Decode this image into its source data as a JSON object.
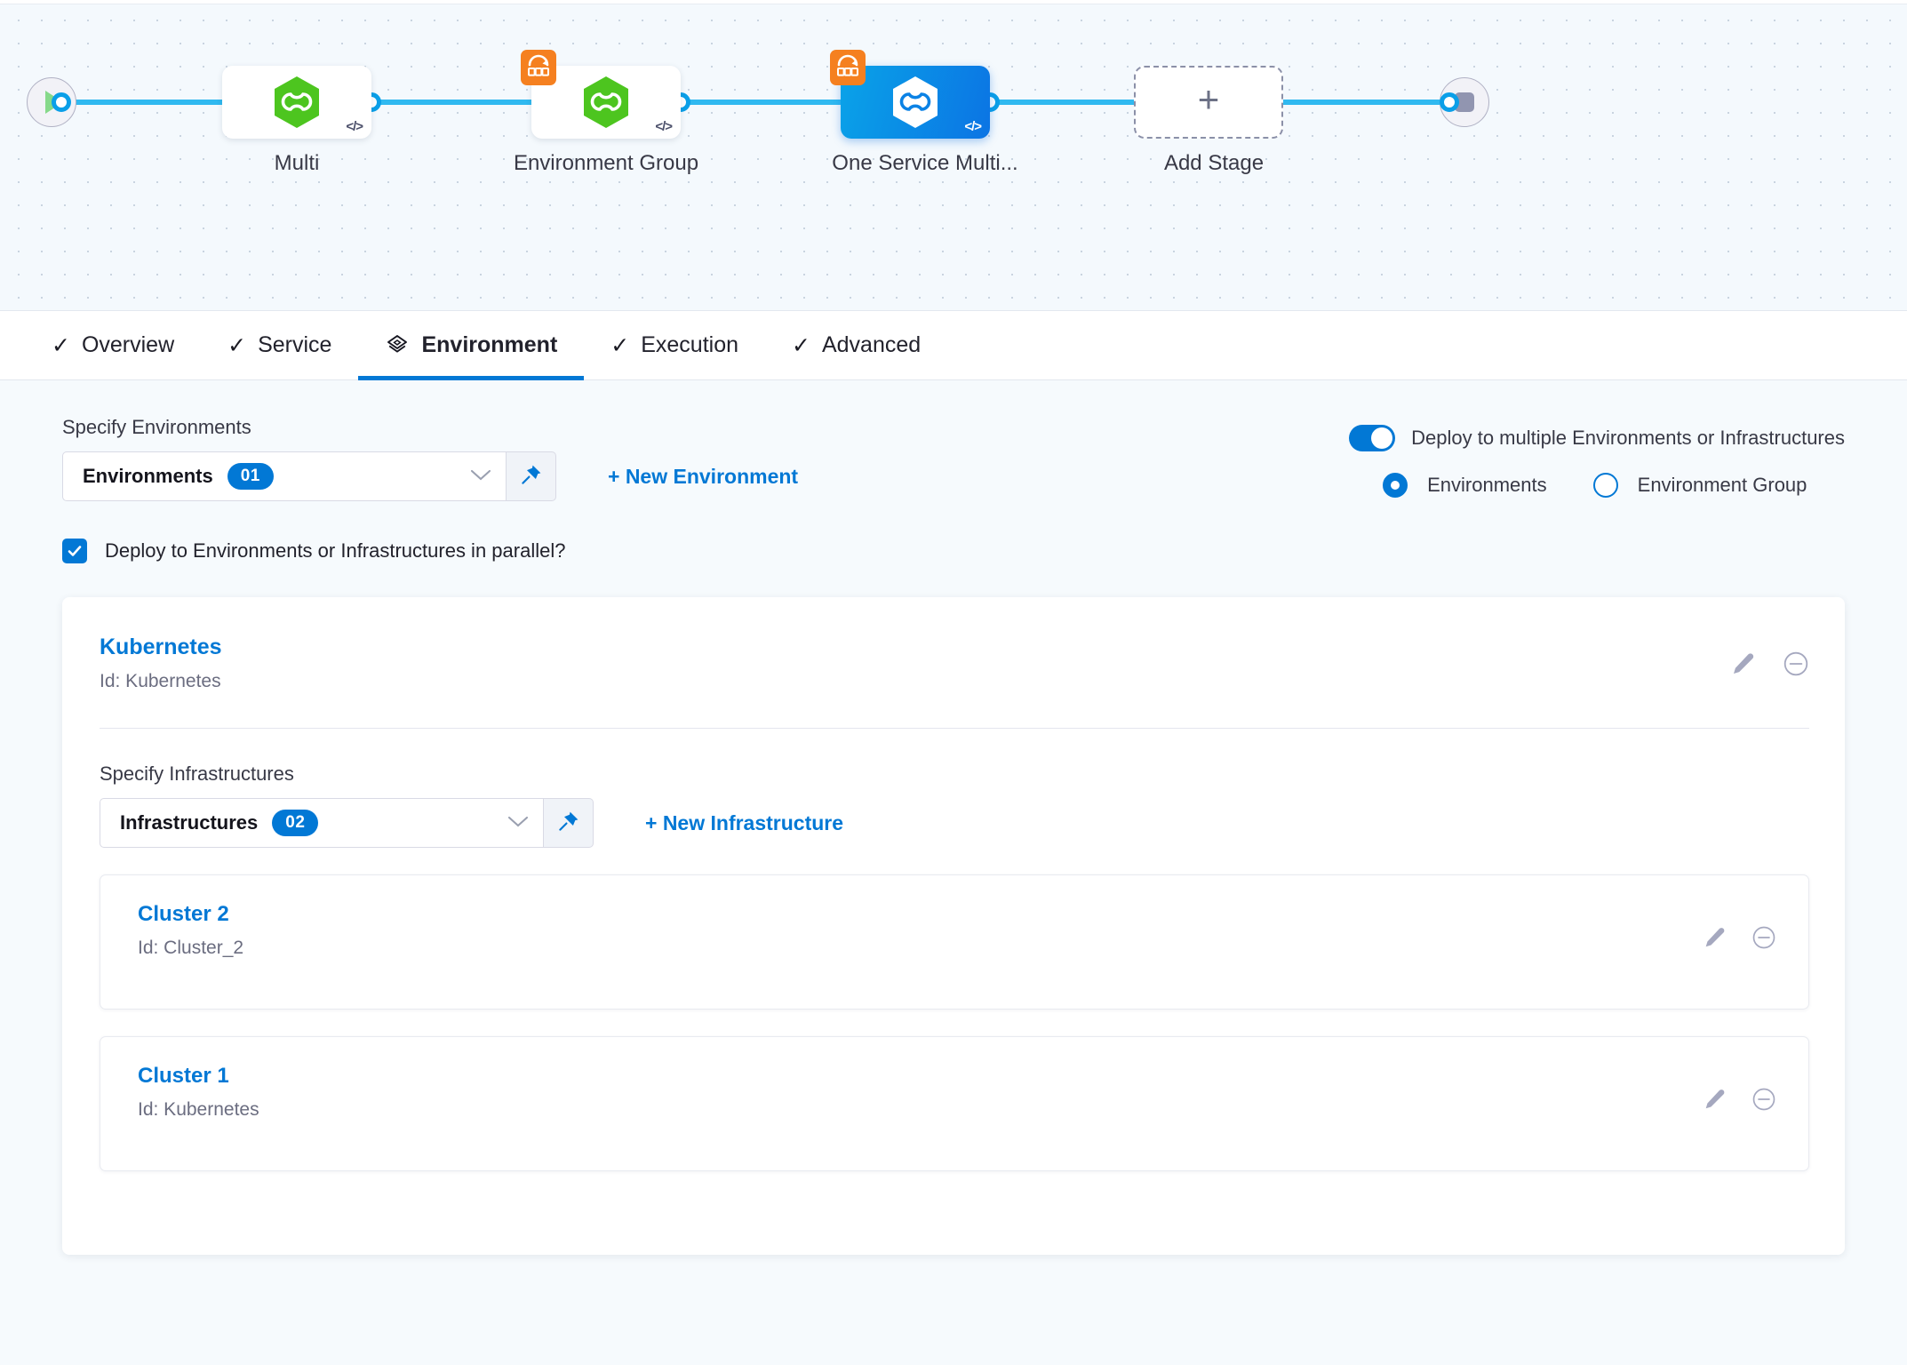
{
  "pipeline": {
    "start_icon": "play-icon",
    "end_icon": "stop-icon",
    "nodes": [
      {
        "label": "Multi",
        "icon": "harness-hex-icon",
        "badge": "matrix-strategy-icon",
        "has_badge": false,
        "selected": false,
        "code_icon": "code-icon"
      },
      {
        "label": "Environment Group",
        "icon": "harness-hex-icon",
        "badge": "matrix-strategy-icon",
        "has_badge": true,
        "selected": false,
        "code_icon": "code-icon"
      },
      {
        "label": "One Service Multi...",
        "icon": "harness-hex-icon",
        "badge": "matrix-strategy-icon",
        "has_badge": true,
        "selected": true,
        "code_icon": "code-icon"
      }
    ],
    "add_stage": {
      "label": "Add Stage",
      "icon": "plus-icon"
    }
  },
  "tabs": [
    {
      "label": "Overview",
      "icon": "check-icon",
      "active": false
    },
    {
      "label": "Service",
      "icon": "check-icon",
      "active": false
    },
    {
      "label": "Environment",
      "icon": "layers-icon",
      "active": true
    },
    {
      "label": "Execution",
      "icon": "check-icon",
      "active": false
    },
    {
      "label": "Advanced",
      "icon": "check-icon",
      "active": false
    }
  ],
  "environments_section": {
    "label": "Specify Environments",
    "select_value": "Environments",
    "select_count": "01",
    "pin_icon": "pin-icon",
    "chevron_icon": "chevron-down-icon",
    "new_link": "+ New Environment"
  },
  "deploy_options": {
    "toggle_label": "Deploy to multiple Environments or Infrastructures",
    "toggle_on": true,
    "radios": [
      {
        "label": "Environments",
        "selected": true
      },
      {
        "label": "Environment Group",
        "selected": false
      }
    ]
  },
  "parallel": {
    "label": "Deploy to Environments or Infrastructures in parallel?",
    "checked": true
  },
  "environment_card": {
    "name": "Kubernetes",
    "id": "Id: Kubernetes",
    "edit_icon": "pencil-icon",
    "remove_icon": "minus-circle-icon"
  },
  "infrastructures_section": {
    "label": "Specify Infrastructures",
    "select_value": "Infrastructures",
    "select_count": "02",
    "pin_icon": "pin-icon",
    "chevron_icon": "chevron-down-icon",
    "new_link": "+ New Infrastructure",
    "items": [
      {
        "name": "Cluster 2",
        "id": "Id: Cluster_2",
        "edit_icon": "pencil-icon",
        "remove_icon": "minus-circle-icon"
      },
      {
        "name": "Cluster 1",
        "id": "Id: Kubernetes",
        "edit_icon": "pencil-icon",
        "remove_icon": "minus-circle-icon"
      }
    ]
  },
  "colors": {
    "accent_blue": "#0278d5",
    "edge_blue": "#30b9f0",
    "badge_orange": "#f58020",
    "hex_green": "#4dc51f",
    "page_bg": "#f6fafd"
  }
}
